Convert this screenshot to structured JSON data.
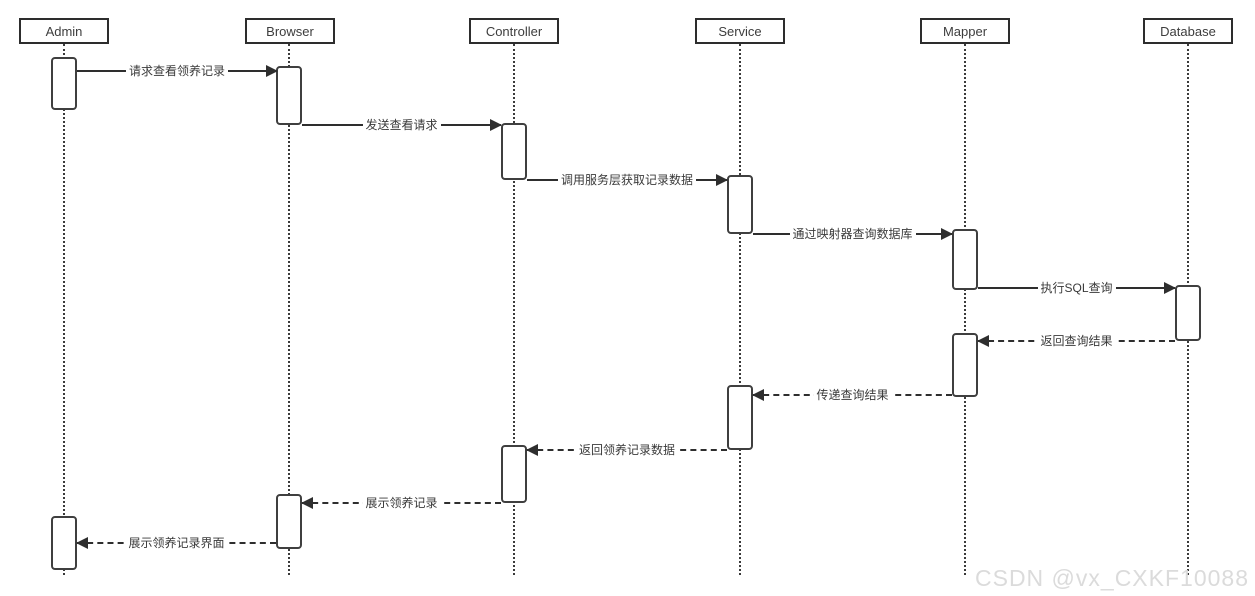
{
  "diagram": {
    "type": "sequence",
    "actors": [
      {
        "label": "Admin"
      },
      {
        "label": "Browser"
      },
      {
        "label": "Controller"
      },
      {
        "label": "Service"
      },
      {
        "label": "Mapper"
      },
      {
        "label": "Database"
      }
    ],
    "messages": [
      {
        "label": "请求查看领养记录",
        "from": "Admin",
        "to": "Browser",
        "style": "solid"
      },
      {
        "label": "发送查看请求",
        "from": "Browser",
        "to": "Controller",
        "style": "solid"
      },
      {
        "label": "调用服务层获取记录数据",
        "from": "Controller",
        "to": "Service",
        "style": "solid"
      },
      {
        "label": "通过映射器查询数据库",
        "from": "Service",
        "to": "Mapper",
        "style": "solid"
      },
      {
        "label": "执行SQL查询",
        "from": "Mapper",
        "to": "Database",
        "style": "solid"
      },
      {
        "label": "返回查询结果",
        "from": "Database",
        "to": "Mapper",
        "style": "dashed"
      },
      {
        "label": "传递查询结果",
        "from": "Mapper",
        "to": "Service",
        "style": "dashed"
      },
      {
        "label": "返回领养记录数据",
        "from": "Service",
        "to": "Controller",
        "style": "dashed"
      },
      {
        "label": "展示领养记录",
        "from": "Controller",
        "to": "Browser",
        "style": "dashed"
      },
      {
        "label": "展示领养记录界面",
        "from": "Browser",
        "to": "Admin",
        "style": "dashed"
      }
    ]
  },
  "watermark": {
    "text": "CSDN @vx_CXKF10088"
  }
}
